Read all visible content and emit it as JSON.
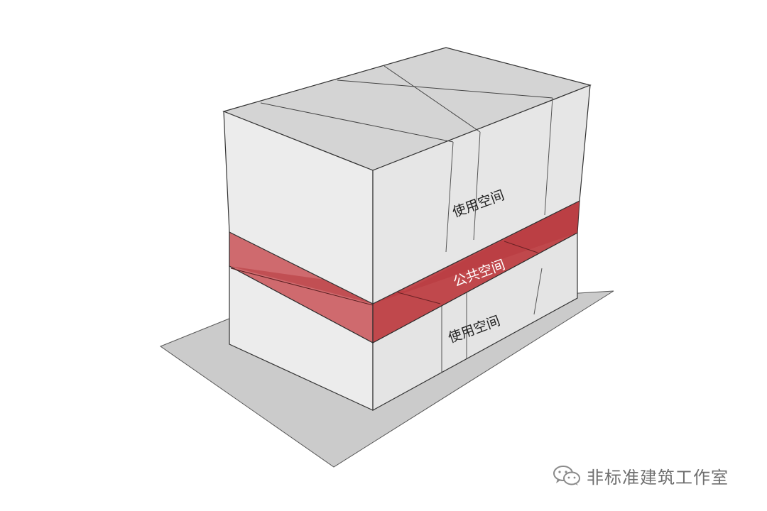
{
  "diagram": {
    "labels": {
      "upper_space": "使用空间",
      "public_space": "公共空间",
      "lower_space": "使用空间"
    },
    "colors": {
      "ground": "#cbcbcb",
      "front_face": "#ececec",
      "side_face": "#e3e3e3",
      "top_face": "#d4d4d4",
      "public_band": "#c0484c",
      "public_band_light": "#d06a6e",
      "edge": "#333333"
    }
  },
  "watermark": {
    "icon": "wechat-icon",
    "text": "非标准建筑工作室"
  }
}
